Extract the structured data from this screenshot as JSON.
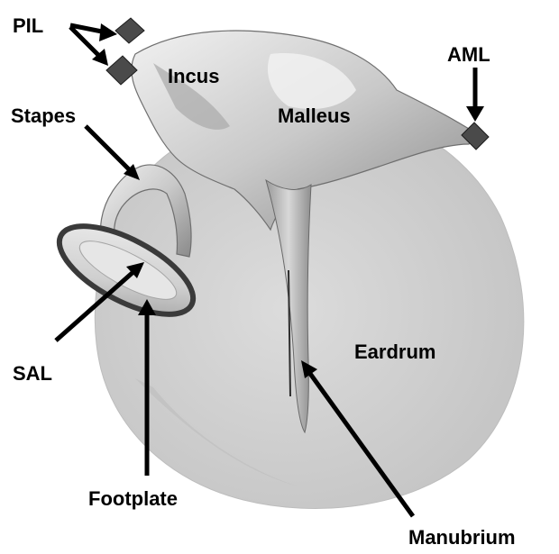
{
  "labels": {
    "pil": "PIL",
    "incus": "Incus",
    "aml": "AML",
    "stapes": "Stapes",
    "malleus": "Malleus",
    "eardrum": "Eardrum",
    "sal": "SAL",
    "footplate": "Footplate",
    "manubrium": "Manubrium"
  },
  "colors": {
    "label": "#000000",
    "eardrum": "#d3d3d3",
    "bone_light": "#e4e4e4",
    "bone_mid": "#b9b9b9",
    "bone_dark": "#7d7d7d",
    "ligament": "#3a3a3a"
  }
}
